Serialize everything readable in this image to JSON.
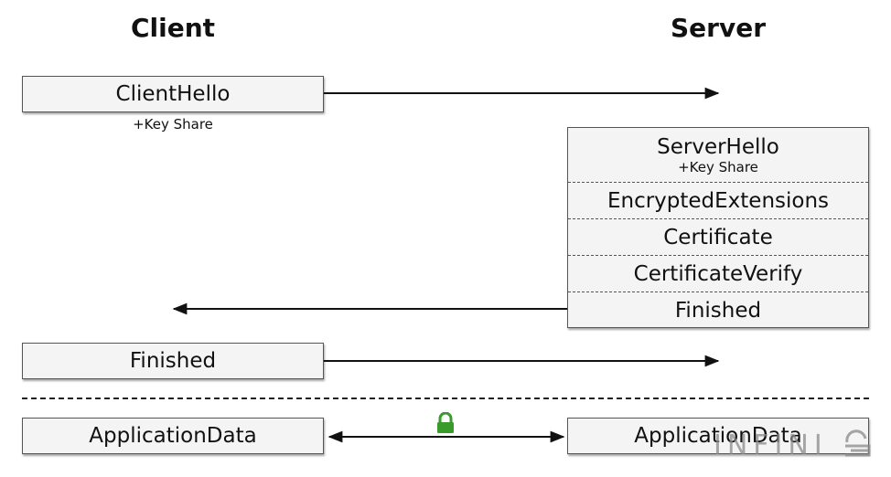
{
  "headings": {
    "client": "Client",
    "server": "Server"
  },
  "client": {
    "client_hello": "ClientHello",
    "client_hello_note": "+Key Share",
    "finished": "Finished",
    "application_data": "ApplicationData"
  },
  "server": {
    "server_hello": "ServerHello",
    "server_hello_note": "+Key Share",
    "encrypted_extensions": "EncryptedExtensions",
    "certificate": "Certificate",
    "certificate_verify": "CertificateVerify",
    "finished": "Finished",
    "application_data": "ApplicationData"
  },
  "logo_text": "INFINI",
  "colors": {
    "lock": "#3a9a2b",
    "logo": "#8a8a8a"
  }
}
